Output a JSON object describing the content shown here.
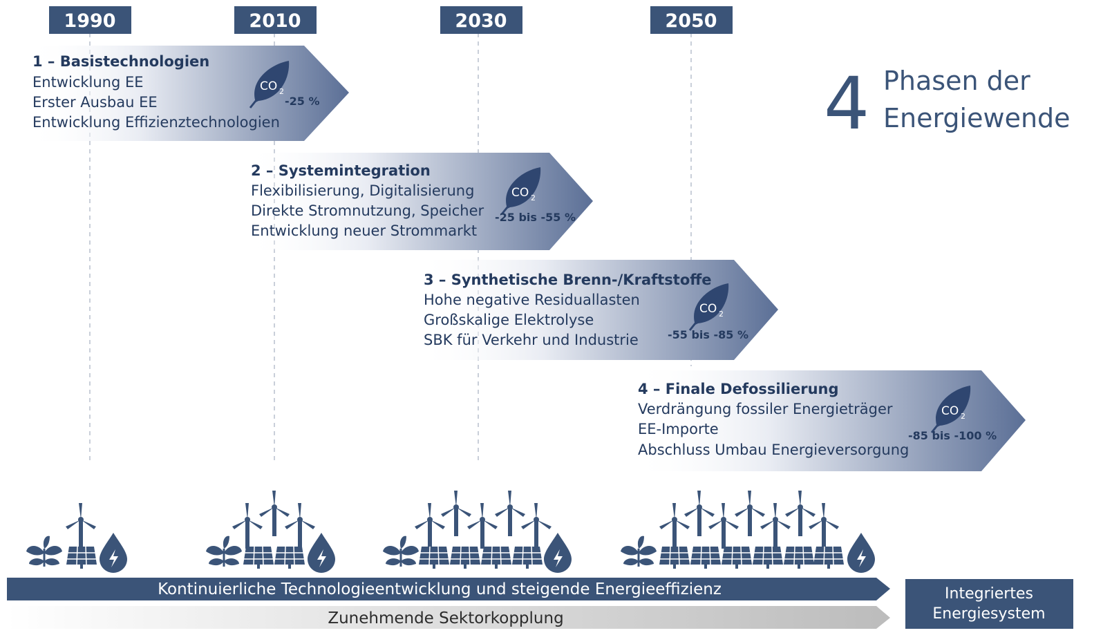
{
  "colors": {
    "navy": "#3b5478",
    "phase_gradient_start": "#ffffff",
    "phase_gradient_end": "#5b6f96",
    "text": "#243a5e",
    "gray_bar": "#c8c8c8"
  },
  "timeline": {
    "years": [
      "1990",
      "2010",
      "2030",
      "2050"
    ]
  },
  "heading": {
    "number": "4",
    "line1": "Phasen der",
    "line2": "Energiewende"
  },
  "phases": [
    {
      "title": "1 – Basistechnologien",
      "lines": [
        "Entwicklung EE",
        "Erster Ausbau EE",
        "Entwicklung Effizienztechnologien"
      ],
      "co2_label": "CO",
      "co2_sub": "2",
      "reduction": "-25 %",
      "icon": "co2-leaf-icon"
    },
    {
      "title": "2 – Systemintegration",
      "lines": [
        "Flexibilisierung, Digitalisierung",
        "Direkte Stromnutzung, Speicher",
        "Entwicklung neuer Strommarkt"
      ],
      "co2_label": "CO",
      "co2_sub": "2",
      "reduction": "-25 bis -55 %",
      "icon": "co2-leaf-icon"
    },
    {
      "title": "3 – Synthetische Brenn-/Kraftstoffe",
      "lines": [
        "Hohe negative Residuallasten",
        "Großskalige Elektrolyse",
        "SBK für Verkehr und Industrie"
      ],
      "co2_label": "CO",
      "co2_sub": "2",
      "reduction": "-55 bis -85 %",
      "icon": "co2-leaf-icon"
    },
    {
      "title": "4 – Finale Defossilierung",
      "lines": [
        "Verdrängung fossiler Energieträger",
        "EE-Importe",
        "Abschluss Umbau Energieversorgung"
      ],
      "co2_label": "CO",
      "co2_sub": "2",
      "reduction": "-85 bis -100 %",
      "icon": "co2-leaf-icon"
    }
  ],
  "icon_groups": [
    {
      "turbines": 1,
      "solar_panels": 1,
      "icons": [
        "plant-icon",
        "wind-turbine-icon",
        "solar-panel-icon",
        "water-drop-bolt-icon"
      ]
    },
    {
      "turbines": 3,
      "solar_panels": 2,
      "icons": [
        "plant-icon",
        "wind-turbine-icon",
        "solar-panel-icon",
        "water-drop-bolt-icon"
      ]
    },
    {
      "turbines": 5,
      "solar_panels": 4,
      "icons": [
        "plant-icon",
        "wind-turbine-icon",
        "solar-panel-icon",
        "water-drop-bolt-icon"
      ]
    },
    {
      "turbines": 7,
      "solar_panels": 6,
      "icons": [
        "plant-icon",
        "wind-turbine-icon",
        "solar-panel-icon",
        "water-drop-bolt-icon"
      ]
    }
  ],
  "bottom": {
    "bar1": "Kontinuierliche Technologieentwicklung und steigende Energieeffizienz",
    "bar2": "Zunehmende Sektorkopplung",
    "box_line1": "Integriertes",
    "box_line2": "Energiesystem"
  }
}
